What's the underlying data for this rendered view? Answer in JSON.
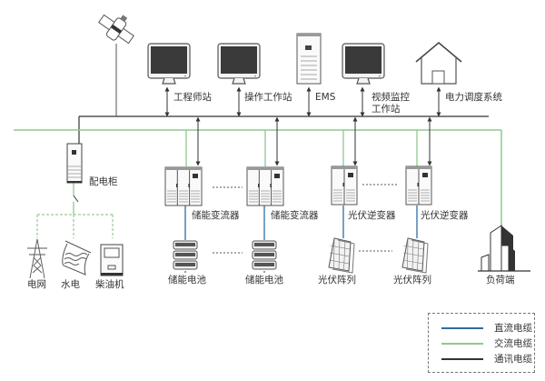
{
  "diagram": {
    "title": "储能系统结构示意图",
    "top_devices": [
      {
        "id": "engineer-station",
        "icon": "monitor-icon",
        "label": "工程师站"
      },
      {
        "id": "operator-station",
        "icon": "monitor-icon",
        "label": "操作工作站"
      },
      {
        "id": "ems",
        "icon": "server-cabinet-icon",
        "label": "EMS"
      },
      {
        "id": "video-station",
        "icon": "monitor-icon",
        "label_line1": "视频监控",
        "label_line2": "工作站"
      },
      {
        "id": "dispatch-system",
        "icon": "house-icon",
        "label": "电力调度系统"
      }
    ],
    "satellite": {
      "icon": "satellite-icon"
    },
    "distribution_cabinet": {
      "icon": "distribution-cabinet-icon",
      "label": "配电柜"
    },
    "sources": [
      {
        "id": "grid",
        "icon": "power-tower-icon",
        "label": "电网"
      },
      {
        "id": "hydro",
        "icon": "hydro-dam-icon",
        "label": "水电"
      },
      {
        "id": "diesel",
        "icon": "diesel-generator-icon",
        "label": "柴油机"
      }
    ],
    "converters": [
      {
        "id": "pcs-1",
        "icon": "pcs-cabinet-icon",
        "label": "储能变流器"
      },
      {
        "id": "pcs-2",
        "icon": "pcs-cabinet-icon",
        "label": "储能变流器"
      },
      {
        "id": "inverter-1",
        "icon": "inverter-cabinet-icon",
        "label": "光伏逆变器"
      },
      {
        "id": "inverter-2",
        "icon": "inverter-cabinet-icon",
        "label": "光伏逆变器"
      }
    ],
    "bottom_devices": [
      {
        "id": "battery-1",
        "icon": "battery-stack-icon",
        "label": "储能电池"
      },
      {
        "id": "battery-2",
        "icon": "battery-stack-icon",
        "label": "储能电池"
      },
      {
        "id": "pv-1",
        "icon": "solar-panel-icon",
        "label": "光伏阵列"
      },
      {
        "id": "pv-2",
        "icon": "solar-panel-icon",
        "label": "光伏阵列"
      }
    ],
    "load": {
      "icon": "building-icon",
      "label": "负荷端"
    }
  },
  "legend": {
    "items": [
      {
        "label": "直流电缆",
        "color": "#2e6da4"
      },
      {
        "label": "交流电缆",
        "color": "#8fc98f"
      },
      {
        "label": "通讯电缆",
        "color": "#333333"
      }
    ]
  },
  "colors": {
    "dc": "#2e6da4",
    "ac": "#8fc98f",
    "comm": "#333333",
    "source_dashed": "#7fbf7f"
  }
}
